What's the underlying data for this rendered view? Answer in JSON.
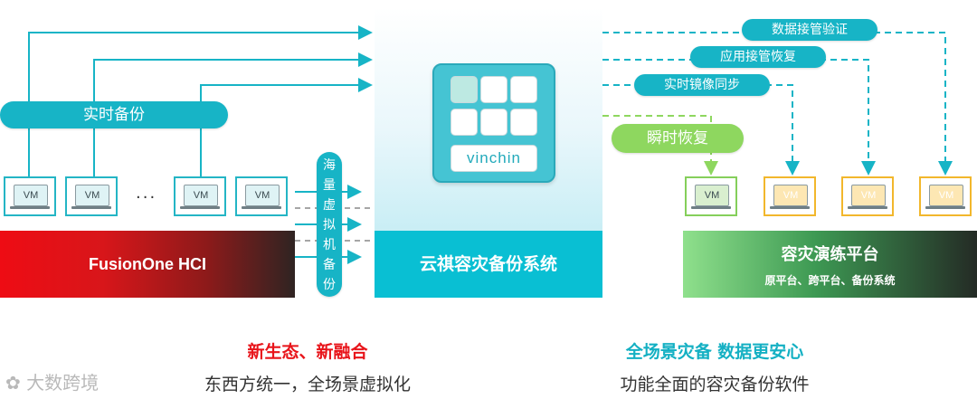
{
  "left_system": {
    "pill_realtime": "实时备份",
    "vm_label": "VM",
    "ellipsis": "···",
    "bar_label": "FusionOne HCI",
    "vertical_pill_chars": [
      "海",
      "量",
      "虚",
      "拟",
      "机",
      "备",
      "份"
    ]
  },
  "center_system": {
    "logo_text": "vinchin",
    "bar_label": "云祺容灾备份系统"
  },
  "right_system": {
    "pill_verify": "数据接管验证",
    "pill_recover_app": "应用接管恢复",
    "pill_mirror": "实时镜像同步",
    "pill_instant": "瞬时恢复",
    "vm_label": "VM",
    "bar_title": "容灾演练平台",
    "bar_subtitle": "原平台、跨平台、备份系统"
  },
  "captions": {
    "left_title": "新生态、新融合",
    "left_sub": "东西方统一，全场景虚拟化",
    "right_title": "全场景灾备 数据更安心",
    "right_sub": "功能全面的容灾备份软件"
  },
  "watermark": "大数跨境",
  "colors": {
    "teal": "#17b4c6",
    "green": "#8ed75f",
    "gold": "#f2b72c",
    "red": "#e8141a"
  }
}
